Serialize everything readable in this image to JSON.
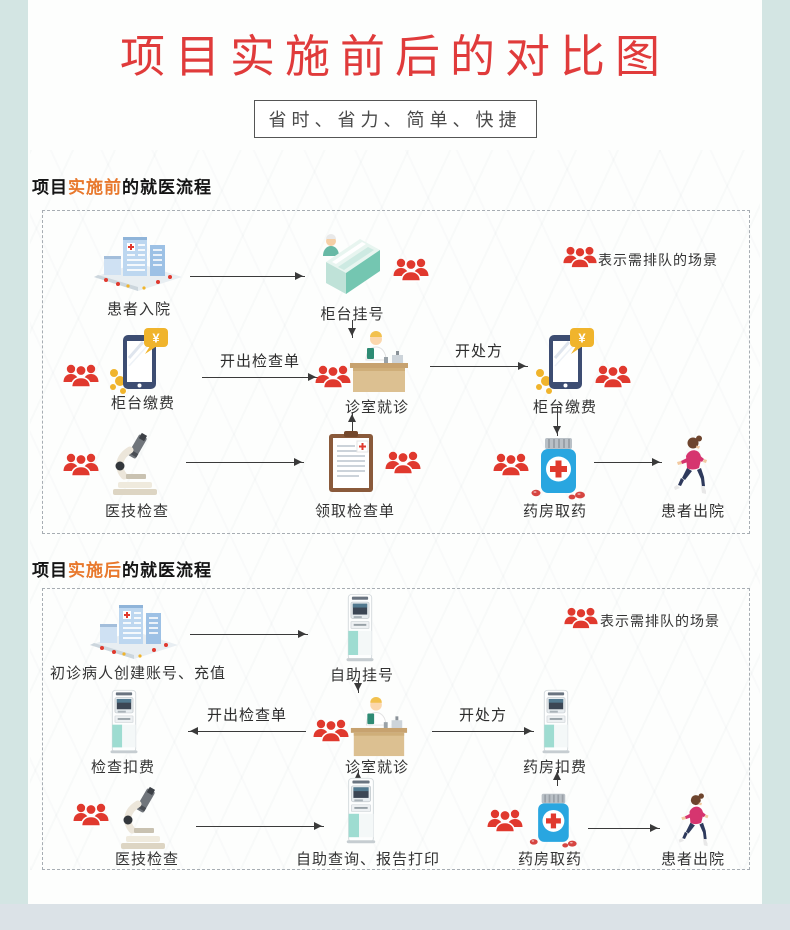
{
  "header": {
    "title": "项目实施前后的对比图",
    "subtitle": "省时、省力、简单、快捷"
  },
  "legend": {
    "text": "表示需排队的场景"
  },
  "glyphs": {
    "currency": "¥"
  },
  "icon_names": [
    "hospital-icon",
    "service-counter-icon",
    "queue-people-icon",
    "phone-payment-icon",
    "doctor-desk-icon",
    "clipboard-report-icon",
    "microscope-icon",
    "medicine-bottle-icon",
    "self-service-kiosk-icon",
    "running-patient-icon"
  ],
  "colors": {
    "title_red": "#e03b3b",
    "highlight_orange": "#e8782c",
    "queue_red": "#e0392e",
    "side_strip_teal": "#d3e5e3",
    "bottom_band": "#dbe2e7",
    "bottle_blue": "#29a6e0",
    "coin_yellow": "#f0b42c",
    "arrow_dark": "#3a3a3a"
  },
  "sections": {
    "before": {
      "heading": {
        "prefix": "项目",
        "highlight": "实施前",
        "suffix": "的就医流程"
      },
      "nodes": {
        "admission": "患者入院",
        "counter_register": "柜台挂号",
        "counter_pay_left": "柜台缴费",
        "clinic_visit": "诊室就诊",
        "counter_pay_right": "柜台缴费",
        "medical_exam": "医技检查",
        "collect_report": "领取检查单",
        "pharmacy_pickup": "药房取药",
        "discharge": "患者出院"
      },
      "arrows": {
        "issue_exam_order": "开出检查单",
        "prescribe": "开处方"
      }
    },
    "after": {
      "heading": {
        "prefix": "项目",
        "highlight": "实施后",
        "suffix": "的就医流程"
      },
      "nodes": {
        "create_account": "初诊病人创建账号、充值",
        "self_register": "自助挂号",
        "exam_fee_deduct": "检查扣费",
        "clinic_visit": "诊室就诊",
        "pharmacy_fee_deduct": "药房扣费",
        "medical_exam": "医技检查",
        "self_query_print": "自助查询、报告打印",
        "pharmacy_pickup": "药房取药",
        "discharge": "患者出院"
      },
      "arrows": {
        "issue_exam_order": "开出检查单",
        "prescribe": "开处方"
      }
    }
  }
}
